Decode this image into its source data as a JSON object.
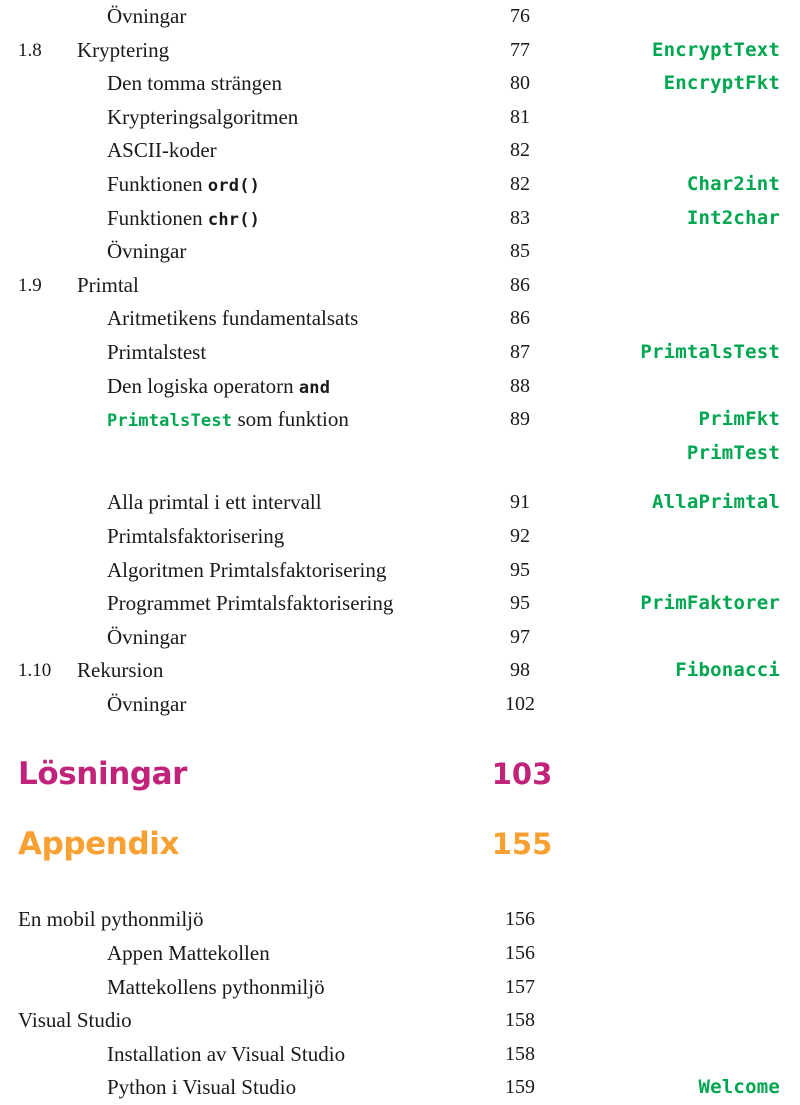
{
  "document": {
    "kind": "table-of-contents",
    "language": "sv",
    "colors": {
      "code_green": "#00a650",
      "heading_magenta": "#c2237a",
      "heading_orange": "#f9a033",
      "body_text": "#1a1a1a",
      "page_background": "#ffffff"
    }
  },
  "entries": [
    {
      "id": "r1",
      "level": "sub",
      "number": "",
      "title": "Övningar",
      "page": "76",
      "code": ""
    },
    {
      "id": "r2",
      "level": "sec",
      "number": "1.8",
      "title": "Kryptering",
      "page": "77",
      "code": "EncryptText"
    },
    {
      "id": "r3",
      "level": "sub",
      "number": "",
      "title": "Den tomma strängen",
      "page": "80",
      "code": "EncryptFkt"
    },
    {
      "id": "r4",
      "level": "sub",
      "number": "",
      "title": "Krypteringsalgoritmen",
      "page": "81",
      "code": ""
    },
    {
      "id": "r5",
      "level": "sub",
      "number": "",
      "title": "ASCII-koder",
      "page": "82",
      "code": ""
    },
    {
      "id": "r6",
      "level": "sub",
      "number": "",
      "title_pre": "Funktionen ",
      "title_mono": "ord()",
      "title_post": "",
      "title": "Funktionen ord()",
      "page": "82",
      "code": "Char2int"
    },
    {
      "id": "r7",
      "level": "sub",
      "number": "",
      "title_pre": "Funktionen ",
      "title_mono": "chr()",
      "title_post": "",
      "title": "Funktionen chr()",
      "page": "83",
      "code": "Int2char"
    },
    {
      "id": "r8",
      "level": "sub",
      "number": "",
      "title": "Övningar",
      "page": "85",
      "code": ""
    },
    {
      "id": "r9",
      "level": "sec",
      "number": "1.9",
      "title": "Primtal",
      "page": "86",
      "code": ""
    },
    {
      "id": "r10",
      "level": "sub",
      "number": "",
      "title": "Aritmetikens fundamentalsats",
      "page": "86",
      "code": ""
    },
    {
      "id": "r11",
      "level": "sub",
      "number": "",
      "title": "Primtalstest",
      "page": "87",
      "code": "PrimtalsTest"
    },
    {
      "id": "r12",
      "level": "sub",
      "number": "",
      "title_pre": "Den logiska operatorn ",
      "title_mono": "and",
      "title_post": "",
      "title": "Den logiska operatorn and",
      "page": "88",
      "code": ""
    },
    {
      "id": "r13",
      "level": "sub",
      "number": "",
      "title_mono_green": "PrimtalsTest",
      "title_post": " som funktion",
      "title": "PrimtalsTest som funktion",
      "page": "89",
      "code": "PrimFkt"
    },
    {
      "id": "r14",
      "level": "sub",
      "number": "",
      "title": "",
      "page": "",
      "code": "PrimTest"
    },
    {
      "id": "r15",
      "level": "sub",
      "number": "",
      "title": "Alla primtal i ett intervall",
      "page": "91",
      "code": "AllaPrimtal"
    },
    {
      "id": "r16",
      "level": "sub",
      "number": "",
      "title": "Primtalsfaktorisering",
      "page": "92",
      "code": ""
    },
    {
      "id": "r17",
      "level": "sub",
      "number": "",
      "title": "Algoritmen Primtalsfaktorisering",
      "page": "95",
      "code": ""
    },
    {
      "id": "r18",
      "level": "sub",
      "number": "",
      "title": "Programmet Primtalsfaktorisering",
      "page": "95",
      "code": "PrimFaktorer"
    },
    {
      "id": "r19",
      "level": "sub",
      "number": "",
      "title": "Övningar",
      "page": "97",
      "code": ""
    },
    {
      "id": "r20",
      "level": "sec",
      "number": "1.10",
      "title": "Rekursion",
      "page": "98",
      "code": "Fibonacci"
    },
    {
      "id": "r21",
      "level": "sub",
      "number": "",
      "title": "Övningar",
      "page": "102",
      "code": ""
    }
  ],
  "parts": [
    {
      "id": "p1",
      "title": "Lösningar",
      "page": "103",
      "color": "#c2237a"
    },
    {
      "id": "p2",
      "title": "Appendix",
      "page": "155",
      "color": "#f9a033"
    }
  ],
  "appendix_entries": [
    {
      "id": "a1",
      "level": "top",
      "title": "En mobil pythonmiljö",
      "page": "156",
      "code": ""
    },
    {
      "id": "a2",
      "level": "sub",
      "title": "Appen Mattekollen",
      "page": "156",
      "code": ""
    },
    {
      "id": "a3",
      "level": "sub",
      "title": "Mattekollens pythonmiljö",
      "page": "157",
      "code": ""
    },
    {
      "id": "a4",
      "level": "top",
      "title": "Visual Studio",
      "page": "158",
      "code": ""
    },
    {
      "id": "a5",
      "level": "sub",
      "title": "Installation av Visual Studio",
      "page": "158",
      "code": ""
    },
    {
      "id": "a6",
      "level": "sub",
      "title": "Python i Visual Studio",
      "page": "159",
      "code": "Welcome"
    }
  ]
}
